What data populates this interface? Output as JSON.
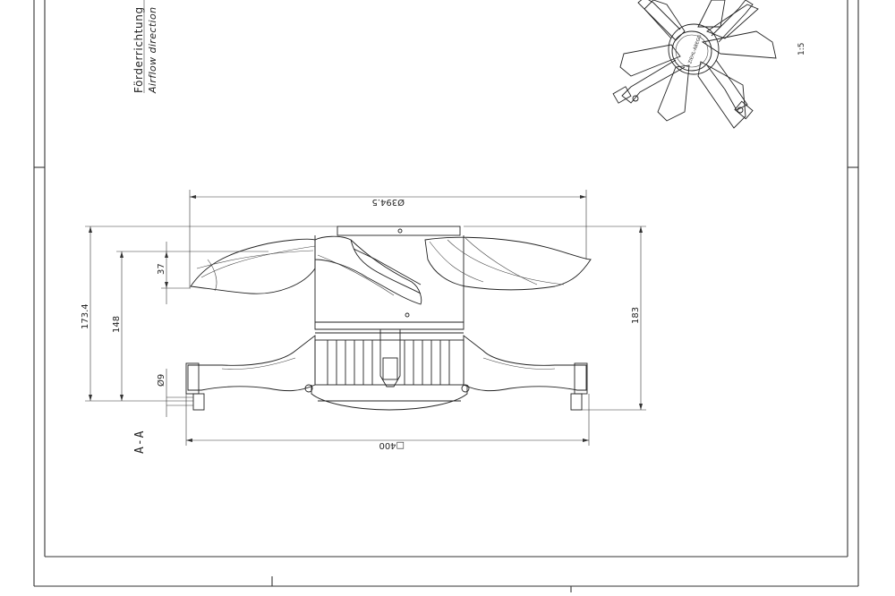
{
  "notes": {
    "airflow_de": "Förderrichtung",
    "airflow_en": "Airflow direction",
    "section_label": "A-A",
    "scale": "1:5"
  },
  "dimensions": {
    "d_outer": "Ø394.5",
    "d_hole": "Ø9",
    "square": "□400",
    "h_total": "173.4",
    "h_148": "148",
    "h_37": "37",
    "h_183": "183"
  },
  "colors": {
    "line": "#222222",
    "background": "#ffffff"
  }
}
